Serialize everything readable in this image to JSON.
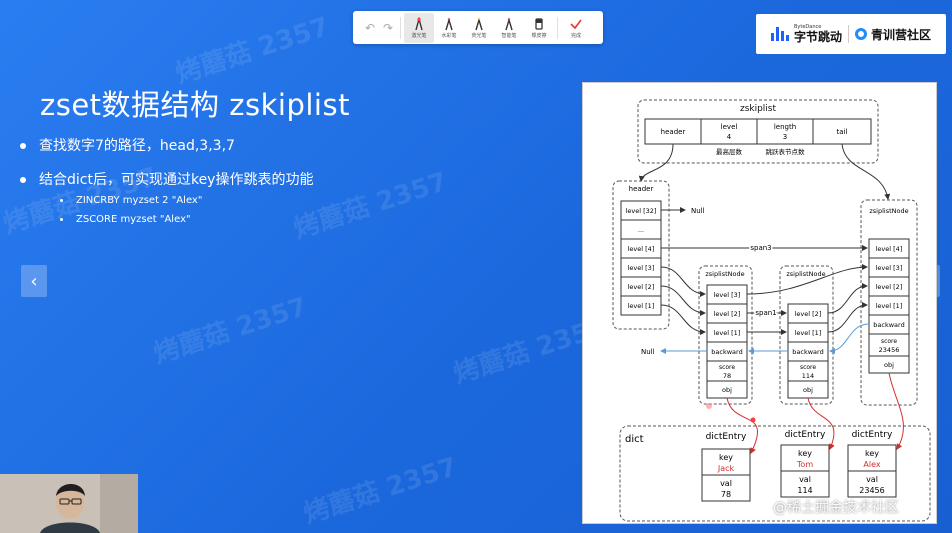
{
  "toolbar": {
    "undo_icon": "undo-icon",
    "redo_icon": "redo-icon",
    "tools": [
      {
        "label": "激光笔",
        "icon": "laser-pen-icon",
        "color": "#ff3b3b",
        "active": true
      },
      {
        "label": "水彩笔",
        "icon": "watercolor-pen-icon",
        "color": "#e53935",
        "active": false
      },
      {
        "label": "荧光笔",
        "icon": "highlighter-icon",
        "color": "#f5b400",
        "active": false
      },
      {
        "label": "智能笔",
        "icon": "smart-pen-icon",
        "color": "#e53935",
        "active": false
      },
      {
        "label": "橡皮擦",
        "icon": "eraser-icon",
        "color": "#333333",
        "active": false
      },
      {
        "label": "完成",
        "icon": "check-icon",
        "color": "#e53935",
        "active": false
      }
    ]
  },
  "brand": {
    "small": "ByteDance",
    "name": "字节跳动",
    "camp": "青训营社区"
  },
  "slide": {
    "title": "zset数据结构 zskiplist",
    "bullets": [
      "查找数字7的路径，head,3,3,7",
      "结合dict后，可实现通过key操作跳表的功能"
    ],
    "subs": [
      "ZINCRBY myzset 2 \"Alex\"",
      "ZSCORE myzset \"Alex\""
    ],
    "watermark": "烤蘑菇 2357"
  },
  "diagram": {
    "zskiplist": {
      "title": "zskiplist",
      "header": "header",
      "level_label": "level",
      "level_value": "4",
      "length_label": "length",
      "length_value": "3",
      "tail": "tail",
      "level_note": "最高层数",
      "length_note": "跳跃表节点数"
    },
    "header_node": {
      "title": "header",
      "levels": [
        "level [32]",
        "...",
        "level [4]",
        "level [3]",
        "level [2]",
        "level [1]"
      ],
      "null_label": "Null"
    },
    "node1": {
      "title": "zsiplistNode",
      "levels": [
        "level [3]",
        "level [2]",
        "level [1]"
      ],
      "backward": "backward",
      "score_label": "score",
      "score": "78",
      "obj": "obj"
    },
    "node2": {
      "title": "zsiplistNode",
      "levels": [
        "level [2]",
        "level [1]"
      ],
      "backward": "backward",
      "score_label": "score",
      "score": "114",
      "obj": "obj"
    },
    "node3": {
      "title": "zsiplistNode",
      "levels": [
        "level [4]",
        "level [3]",
        "level [2]",
        "level [1]"
      ],
      "backward": "backward",
      "score_label": "score",
      "score": "23456",
      "obj": "obj"
    },
    "span3": "span3",
    "span1": "span1",
    "backward_null": "Null",
    "dict": {
      "title": "dict",
      "entries": [
        {
          "title": "dictEntry",
          "key_label": "key",
          "key": "Jack",
          "val_label": "val",
          "val": "78"
        },
        {
          "title": "dictEntry",
          "key_label": "key",
          "key": "Tom",
          "val_label": "val",
          "val": "114"
        },
        {
          "title": "dictEntry",
          "key_label": "key",
          "key": "Alex",
          "val_label": "val",
          "val": "23456"
        }
      ]
    },
    "colors": {
      "pointer": "#333333",
      "backward": "#5b9bd5",
      "obj_link": "#d32f2f",
      "key_text": "#d32f2f"
    }
  },
  "nav": {
    "prev_icon": "chevron-left-icon",
    "next_icon": "chevron-right-icon"
  },
  "site_watermark": "@稀土掘金技术社区"
}
